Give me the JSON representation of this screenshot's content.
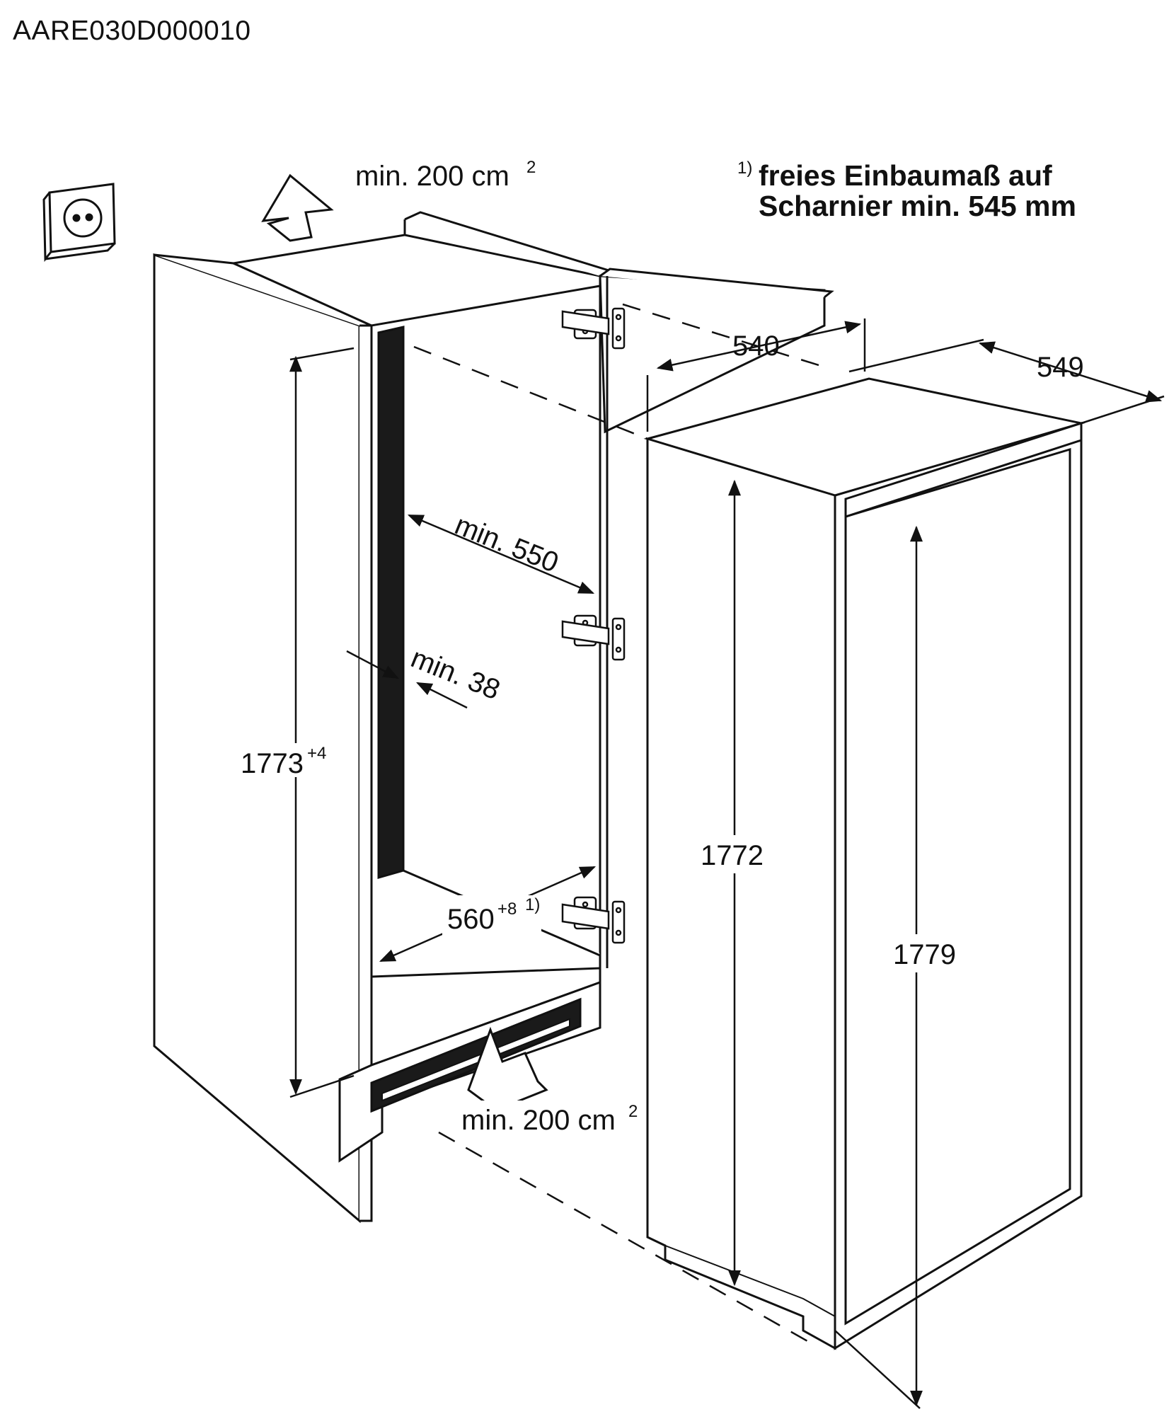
{
  "document": {
    "id": "AARE030D000010"
  },
  "labels": {
    "vent_top": {
      "text": "min. 200 cm",
      "sup": "2"
    },
    "vent_bottom": {
      "text": "min. 200 cm",
      "sup": "2"
    },
    "dim_540": "540",
    "dim_549": "549",
    "dim_min550": "min. 550",
    "dim_min38": "min. 38",
    "dim_1773": {
      "text": "1773",
      "sup": "+4"
    },
    "dim_560": {
      "text": "560",
      "sup": "+8",
      "note_ref": "1)"
    },
    "dim_1772": "1772",
    "dim_1779": "1779"
  },
  "footnote": {
    "marker": "1)",
    "line1": "freies Einbaumaß auf",
    "line2": "Scharnier min. 545 mm"
  },
  "colors": {
    "ink": "#111111",
    "niche_dark": "#1a1a1a",
    "background": "#ffffff"
  }
}
